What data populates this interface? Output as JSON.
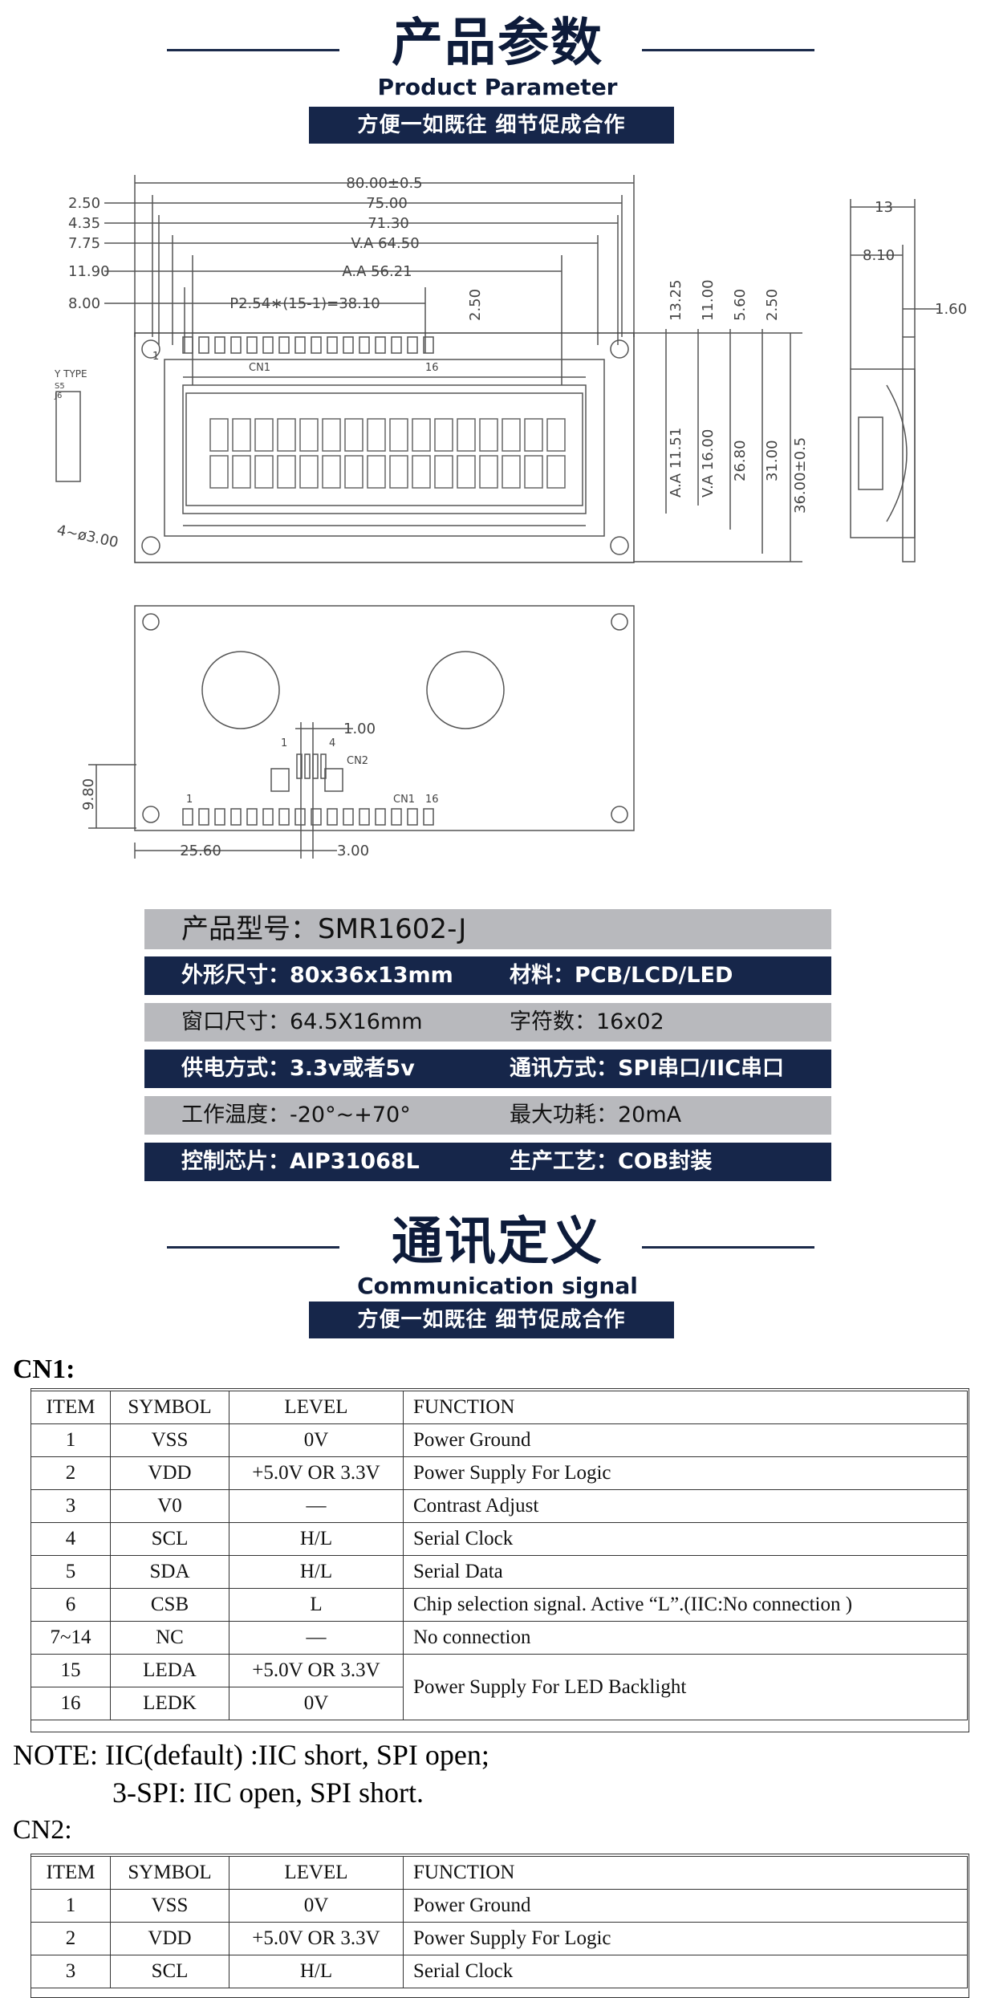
{
  "header1": {
    "title": "产品参数",
    "subtitle": "Product Parameter",
    "slogan": "方便一如既往  细节促成合作"
  },
  "drawing": {
    "top_dims": [
      "80.00±0.5",
      "75.00",
      "71.30",
      "V.A  64.50",
      "A.A  56.21",
      "P2.54∗(15-1)=38.10"
    ],
    "left_dims": [
      "2.50",
      "4.35",
      "7.75",
      "11.90",
      "8.00"
    ],
    "right_dims": [
      "13.25",
      "11.00",
      "5.60",
      "2.50"
    ],
    "vertical_dims": [
      "A.A  11.51",
      "V.A  16.00",
      "26.80",
      "31.00",
      "36.00±0.5"
    ],
    "side_dims": [
      "13",
      "8.10",
      "1.60"
    ],
    "hole_label": "4~ø3.00",
    "small_dim": "2.50",
    "cn1": "CN1",
    "pin1": "1",
    "pin16": "16",
    "type_label": "Y TYPE",
    "type_pins": [
      "S5",
      "J6"
    ],
    "back_dims": [
      "1.00",
      "9.80",
      "25.60",
      "3.00"
    ],
    "cn2": "CN2",
    "back_pin1": "1",
    "back_pin4": "4"
  },
  "spec": {
    "title": "产品型号：SMR1602-J",
    "rows": [
      [
        "外形尺寸：80x36x13mm",
        "材料：PCB/LCD/LED"
      ],
      [
        "窗口尺寸：64.5X16mm",
        "字符数：16x02"
      ],
      [
        "供电方式：3.3v或者5v",
        "通讯方式：SPI串口/IIC串口"
      ],
      [
        "工作温度：-20°~+70°",
        "最大功耗：20mA"
      ],
      [
        "控制芯片：AIP31068L",
        "生产工艺：COB封装"
      ]
    ]
  },
  "header2": {
    "title": "通讯定义",
    "subtitle": "Communication signal",
    "slogan": "方便一如既往  细节促成合作"
  },
  "cn1_label": "CN1:",
  "cn1_table": {
    "headers": [
      "ITEM",
      "SYMBOL",
      "LEVEL",
      "FUNCTION"
    ],
    "rows": [
      [
        "1",
        "VSS",
        "0V",
        "Power Ground"
      ],
      [
        "2",
        "VDD",
        "+5.0V OR 3.3V",
        "Power Supply For Logic"
      ],
      [
        "3",
        "V0",
        "—",
        "Contrast Adjust"
      ],
      [
        "4",
        "SCL",
        "H/L",
        "Serial Clock"
      ],
      [
        "5",
        "SDA",
        "H/L",
        "Serial Data"
      ],
      [
        "6",
        "CSB",
        "L",
        "Chip selection signal. Active “L”.(IIC:No connection )"
      ],
      [
        "7~14",
        "NC",
        "—",
        "No connection"
      ],
      [
        "15",
        "LEDA",
        "+5.0V OR 3.3V",
        "Power Supply For LED Backlight"
      ],
      [
        "16",
        "LEDK",
        "0V",
        ""
      ]
    ]
  },
  "note": {
    "line1": "NOTE: IIC(default) :IIC short, SPI open;",
    "line2": "3-SPI: IIC open, SPI short."
  },
  "cn2_label": "CN2:",
  "cn2_table": {
    "headers": [
      "ITEM",
      "SYMBOL",
      "LEVEL",
      "FUNCTION"
    ],
    "rows": [
      [
        "1",
        "VSS",
        "0V",
        "Power Ground"
      ],
      [
        "2",
        "VDD",
        "+5.0V OR 3.3V",
        "Power Supply For Logic"
      ],
      [
        "3",
        "SCL",
        "H/L",
        "Serial Clock"
      ]
    ]
  }
}
